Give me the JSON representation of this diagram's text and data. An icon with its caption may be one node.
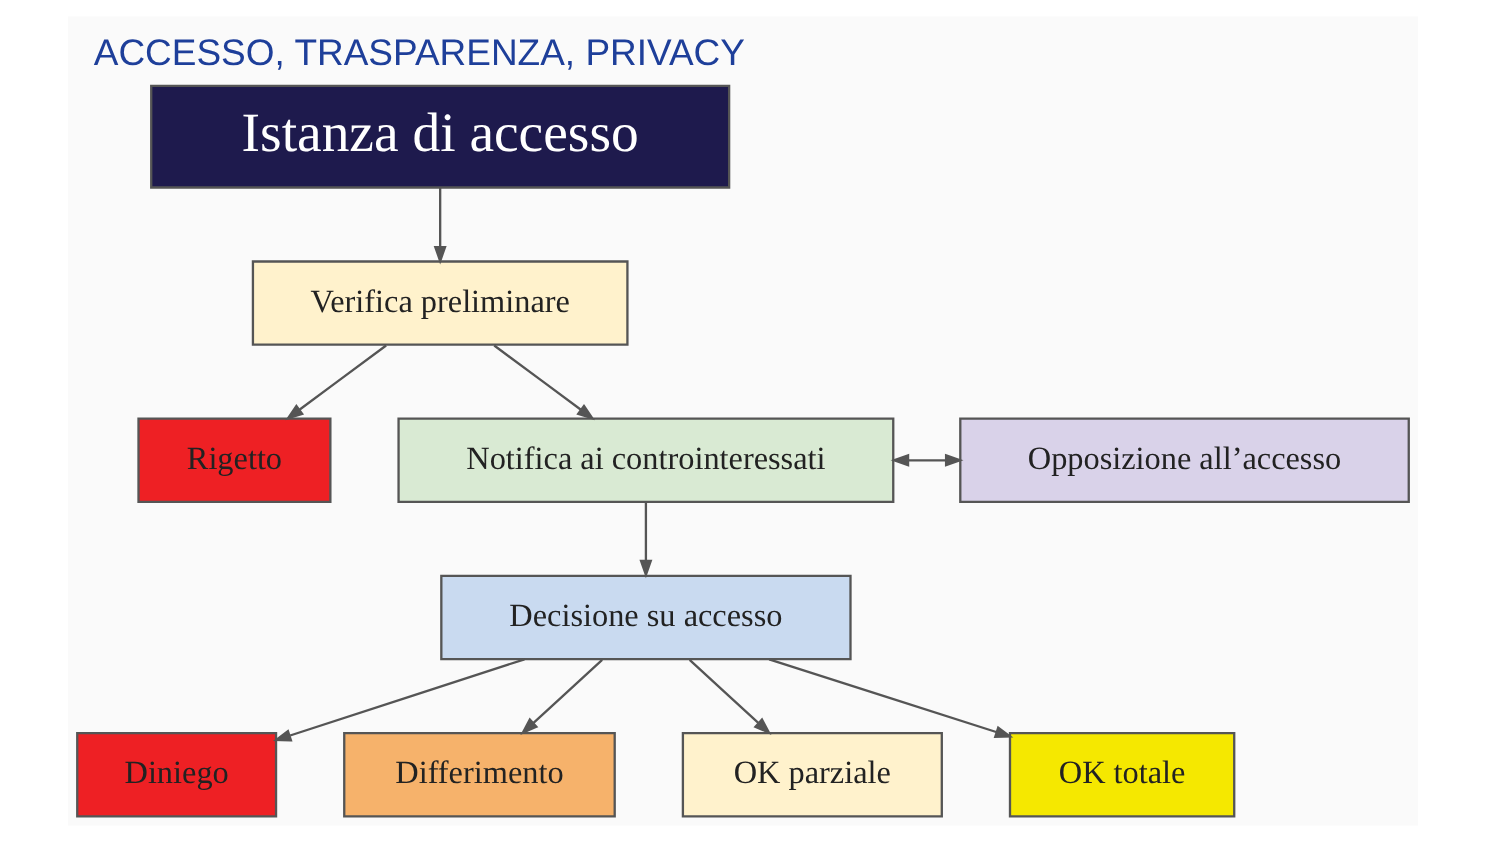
{
  "diagram": {
    "title": "ACCESSO, TRASPARENZA, PRIVACY",
    "nodes": [
      {
        "text": [
          "Istanza di accesso"
        ]
      },
      {
        "text": [
          "Verifica preliminare"
        ]
      },
      {
        "text": [
          "Rigetto"
        ]
      },
      {
        "text": [
          "Opposizione all’accesso"
        ]
      },
      {
        "text": [
          "Notifica ai controinteressati"
        ]
      },
      {
        "text": [
          "Decisione su accesso"
        ]
      },
      {
        "text": [
          "Diniego"
        ]
      },
      {
        "text": [
          "Differimento"
        ]
      },
      {
        "text": [
          "OK parziale"
        ]
      },
      {
        "text": [
          "OK totale"
        ]
      }
    ],
    "edges": [
      {
        "from": 0,
        "to": 1,
        "arrow": "to"
      },
      {
        "from": 1,
        "to": 2,
        "arrow": "to"
      },
      {
        "from": 1,
        "to": 4,
        "arrow": "to"
      },
      {
        "from": 4,
        "to": 3,
        "arrow": "both"
      },
      {
        "from": 4,
        "to": 5,
        "arrow": "to"
      },
      {
        "from": 5,
        "to": 6,
        "arrow": "to"
      },
      {
        "from": 5,
        "to": 7,
        "arrow": "to"
      },
      {
        "from": 5,
        "to": 8,
        "arrow": "to"
      },
      {
        "from": 5,
        "to": 9,
        "arrow": "to"
      }
    ]
  }
}
